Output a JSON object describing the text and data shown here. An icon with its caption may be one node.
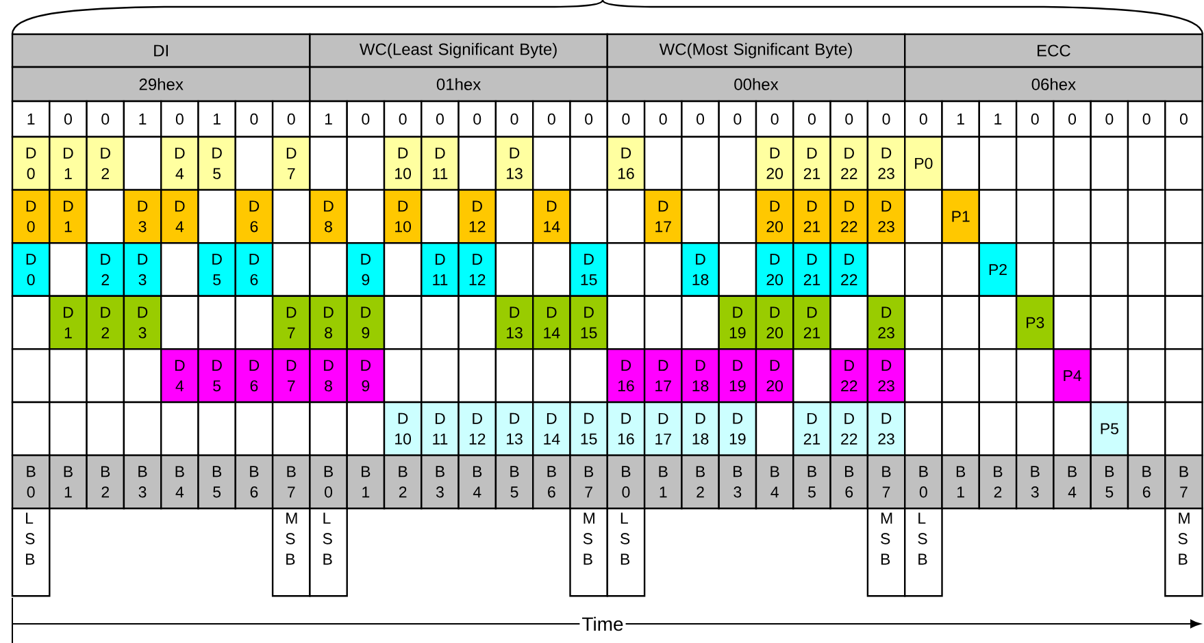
{
  "diagram": {
    "labels": [
      "DI",
      "WC(Least Significant Byte)",
      "WC(Most Significant Byte)",
      "ECC",
      "29hex",
      "01hex",
      "00hex",
      "06hex",
      "1",
      "0",
      "0",
      "1",
      "0",
      "1",
      "0",
      "0",
      "1",
      "0",
      "0",
      "0",
      "0",
      "0",
      "0",
      "0",
      "0",
      "0",
      "0",
      "0",
      "0",
      "0",
      "0",
      "0",
      "0",
      "1",
      "1",
      "0",
      "0",
      "0",
      "0",
      "0",
      "D 0",
      "D 1",
      "D 2",
      "D 4",
      "D 5",
      "D 7",
      "D 10",
      "D 11",
      "D 13",
      "D 16",
      "D 20",
      "D 21",
      "D 22",
      "D 23",
      "P0",
      "D 0",
      "D 1",
      "D 3",
      "D 4",
      "D 6",
      "D 8",
      "D 10",
      "D 12",
      "D 14",
      "D 17",
      "D 20",
      "D 21",
      "D 22",
      "D 23",
      "P1",
      "D 0",
      "D 2",
      "D 3",
      "D 5",
      "D 6",
      "D 9",
      "D 11",
      "D 12",
      "D 15",
      "D 18",
      "D 20",
      "D 21",
      "D 22",
      "P2",
      "D 1",
      "D 2",
      "D 3",
      "D 7",
      "D 8",
      "D 9",
      "D 13",
      "D 14",
      "D 15",
      "D 19",
      "D 20",
      "D 21",
      "D 23",
      "P3",
      "D 4",
      "D 5",
      "D 6",
      "D 7",
      "D 8",
      "D 9",
      "D 16",
      "D 17",
      "D 18",
      "D 19",
      "D 20",
      "D 22",
      "D 23",
      "P4",
      "D 10",
      "D 11",
      "D 12",
      "D 13",
      "D 14",
      "D 15",
      "D 16",
      "D 17",
      "D 18",
      "D 19",
      "D 21",
      "D 22",
      "D 23",
      "P5",
      "B 0",
      "B 1",
      "B 2",
      "B 3",
      "B 4",
      "B 5",
      "B 6",
      "B 7",
      "B 0",
      "B 1",
      "B 2",
      "B 3",
      "B 4",
      "B 5",
      "B 6",
      "B 7",
      "B 0",
      "B 1",
      "B 2",
      "B 3",
      "B 4",
      "B 5",
      "B 6",
      "B 7",
      "B 0",
      "B 1",
      "B 2",
      "B 3",
      "B 4",
      "B 5",
      "B 6",
      "B 7",
      "L S B",
      "M S B",
      "L S B",
      "M S B",
      "L S B",
      "M S B",
      "L S B",
      "M S B",
      "Time"
    ]
  }
}
